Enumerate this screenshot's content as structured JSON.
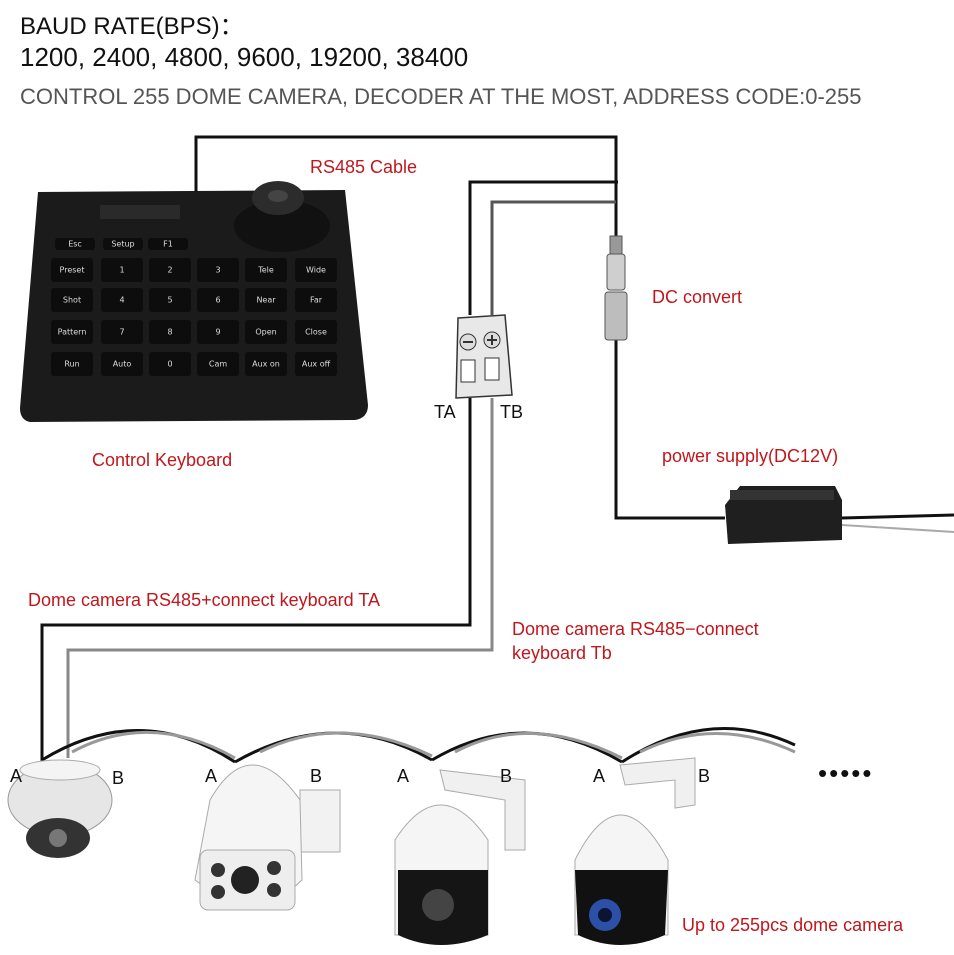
{
  "header": {
    "baud_title": "BAUD RATE(BPS)：",
    "baud_values": "1200, 2400, 4800, 9600, 19200, 38400",
    "control_note": "CONTROL 255 DOME CAMERA, DECODER AT THE MOST, ADDRESS CODE:0-255"
  },
  "labels": {
    "rs485_cable": "RS485 Cable",
    "dc_convert": "DC convert",
    "power_supply": "power supply(DC12V)",
    "control_keyboard": "Control Keyboard",
    "ta": "TA",
    "tb": "TB",
    "dome_plus": "Dome camera RS485+connect keyboard TA",
    "dome_minus_line1": "Dome camera RS485−connect",
    "dome_minus_line2": "keyboard Tb",
    "up_to": "Up to 255pcs dome camera",
    "ellipsis": "•••••"
  },
  "keyboard_keys": [
    [
      "Esc",
      "Setup",
      "F1"
    ],
    [
      "Preset",
      "1",
      "2",
      "3",
      "Tele",
      "Wide"
    ],
    [
      "Shot",
      "4",
      "5",
      "6",
      "Near",
      "Far"
    ],
    [
      "Pattern",
      "7",
      "8",
      "9",
      "Open",
      "Close"
    ],
    [
      "Run",
      "Auto",
      "0",
      "Cam",
      "Aux on",
      "Aux off"
    ]
  ],
  "cameras": [
    {
      "a": "A",
      "b": "B"
    },
    {
      "a": "A",
      "b": "B"
    },
    {
      "a": "A",
      "b": "B"
    },
    {
      "a": "A",
      "b": "B"
    }
  ],
  "colors": {
    "label_red": "#c0171c",
    "wire": "#111111",
    "wire_light": "#555555"
  }
}
